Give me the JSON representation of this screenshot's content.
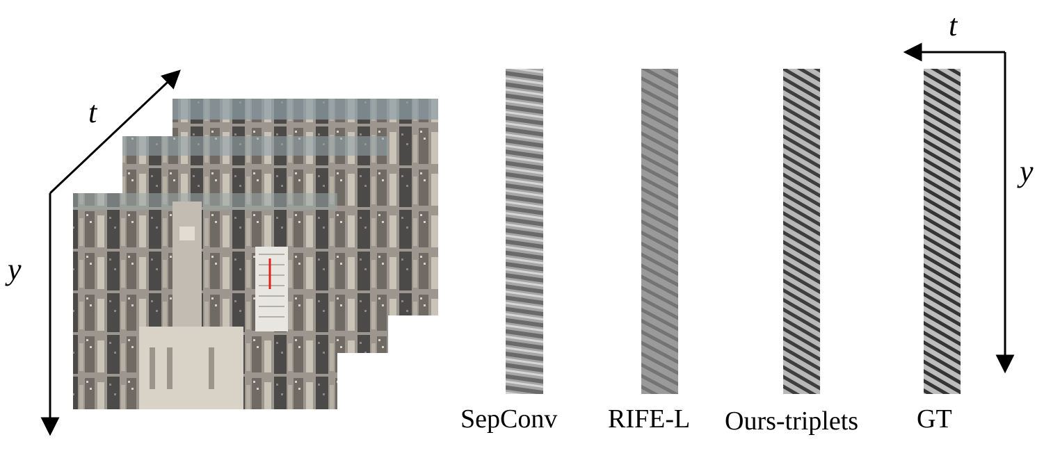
{
  "axes": {
    "left": {
      "t": "t",
      "y_side": "y"
    },
    "right": {
      "t": "t",
      "y_side": "y"
    }
  },
  "methods": [
    "SepConv",
    "RIFE-L",
    "Ours-triplets",
    "GT"
  ],
  "colors": {
    "axis": "#000000",
    "scanline_marker": "#e0201c",
    "patch_gray": "#8f8f8f"
  }
}
